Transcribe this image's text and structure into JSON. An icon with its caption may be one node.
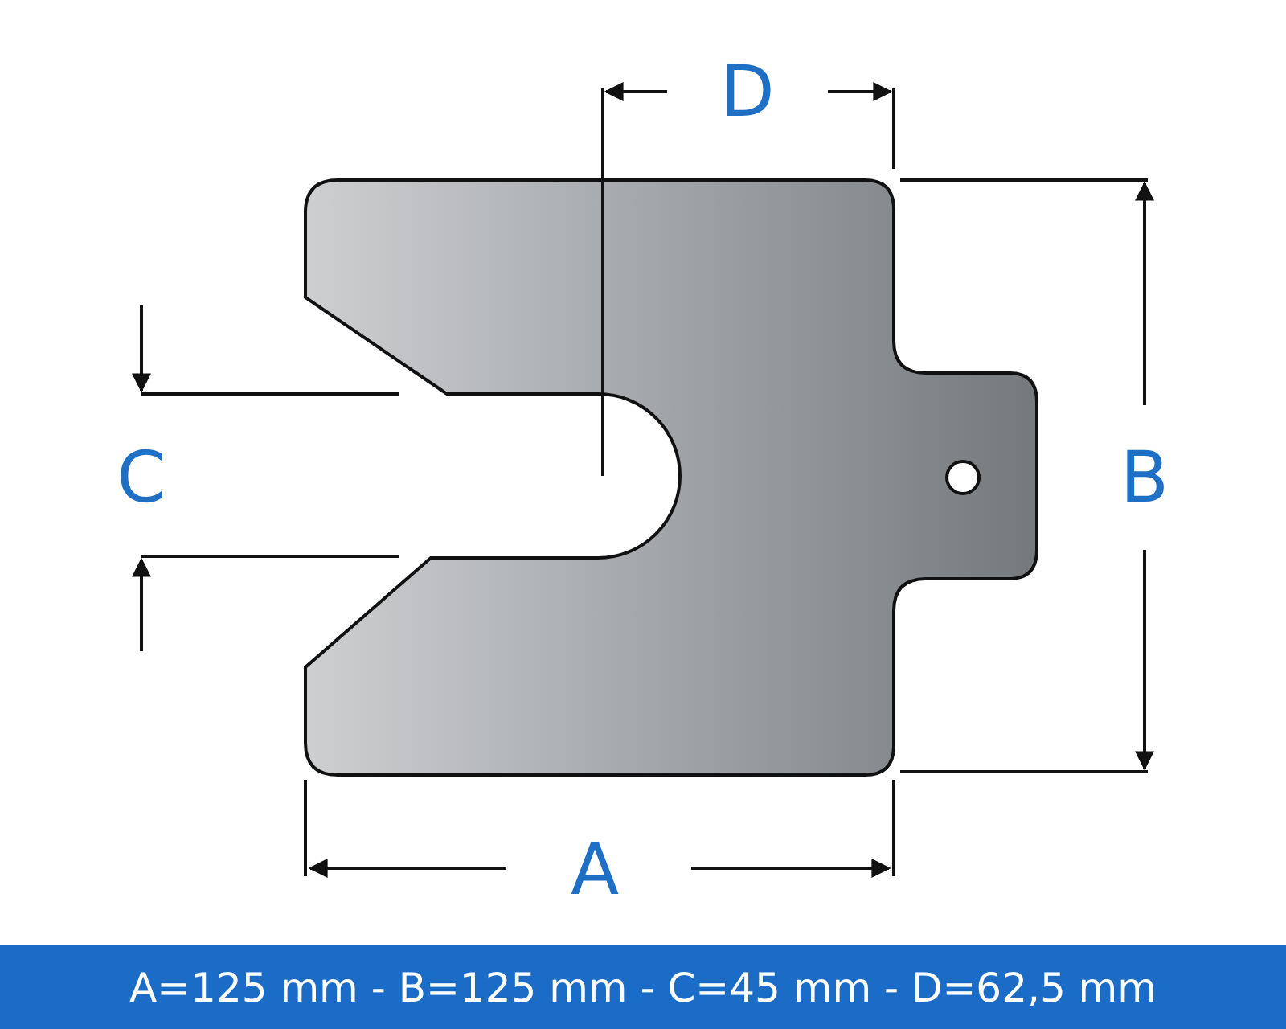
{
  "diagram": {
    "labels": [
      "D",
      "C",
      "B",
      "A",
      "A=125 mm - B=125 mm - C=45 mm - D=62,5 mm"
    ]
  }
}
